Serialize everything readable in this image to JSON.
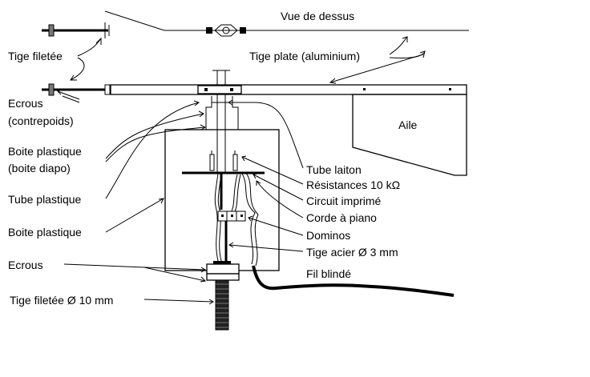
{
  "labels": {
    "top_view": "Vue de dessus",
    "threaded_rod": "Tige filetée",
    "flat_rod": "Tige plate (aluminium)",
    "nuts_counterweight_1": "Ecrous",
    "nuts_counterweight_2": "(contrepoids)",
    "wing": "Aile",
    "plastic_box_1": "Boite plastique",
    "plastic_box_2": "(boite diapo)",
    "brass_tube": "Tube laiton",
    "resistors": "Résistances 10 kΩ",
    "circuit_board": "Circuit imprimé",
    "plastic_tube": "Tube plastique",
    "piano_wire": "Corde à piano",
    "plastic_box": "Boite plastique",
    "terminal_blocks": "Dominos",
    "steel_rod": "Tige acier Ø 3 mm",
    "nuts": "Ecrous",
    "shielded_wire": "Fil blindé",
    "threaded_rod_10mm": "Tige filetée Ø 10 mm"
  }
}
